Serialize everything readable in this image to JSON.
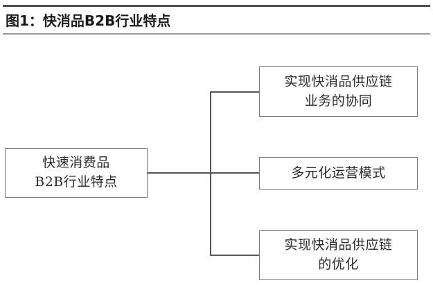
{
  "figure": {
    "title": "图1：快消品B2B行业特点",
    "rule_color_top": "#4d4d4d",
    "rule_color_bottom": "#9a9a9a",
    "box_border_color": "#7a7a7a",
    "connector_color": "#55555a",
    "text_color": "#2b2b2b"
  },
  "diagram": {
    "type": "tree",
    "root": {
      "lines": [
        "快速消费品",
        "B2B行业特点"
      ]
    },
    "leaves": [
      {
        "lines": [
          "实现快消品供应链",
          "业务的协同"
        ]
      },
      {
        "lines": [
          "多元化运营模式"
        ]
      },
      {
        "lines": [
          "实现快消品供应链",
          "的优化"
        ]
      }
    ]
  }
}
